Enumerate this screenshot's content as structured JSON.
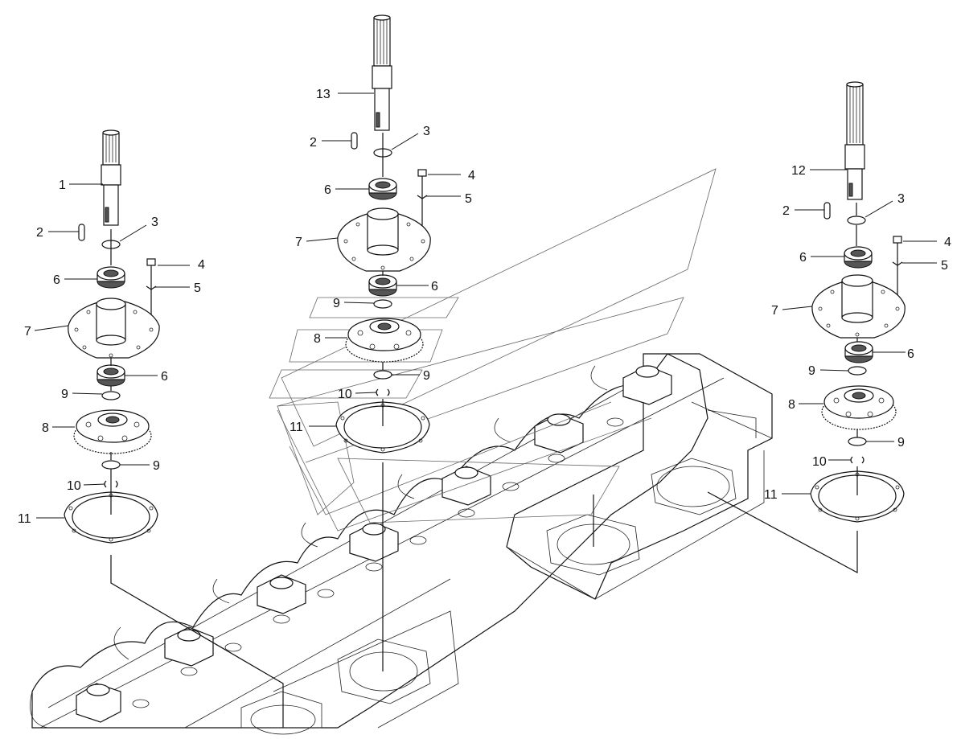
{
  "diagram": {
    "labels_left": {
      "shaft": "1",
      "key": "2",
      "circlip_top": "3",
      "bolt": "4",
      "washer": "5",
      "bearing_top": "6",
      "housing": "7",
      "bearing_bottom": "6",
      "circlip_mid": "9",
      "gear": "8",
      "circlip_low": "9",
      "pin": "10",
      "gasket": "11"
    },
    "labels_center": {
      "shaft": "13",
      "key": "2",
      "circlip_top": "3",
      "bolt": "4",
      "washer": "5",
      "bearing_top": "6",
      "housing": "7",
      "bearing_bottom": "6",
      "circlip_mid": "9",
      "gear": "8",
      "circlip_low": "9",
      "pin": "10",
      "gasket": "11"
    },
    "labels_right": {
      "shaft": "12",
      "key": "2",
      "circlip_top": "3",
      "bolt": "4",
      "washer": "5",
      "bearing_top": "6",
      "housing": "7",
      "bearing_bottom": "6",
      "circlip_mid": "9",
      "gear": "8",
      "circlip_low": "9",
      "pin": "10",
      "gasket": "11"
    }
  }
}
